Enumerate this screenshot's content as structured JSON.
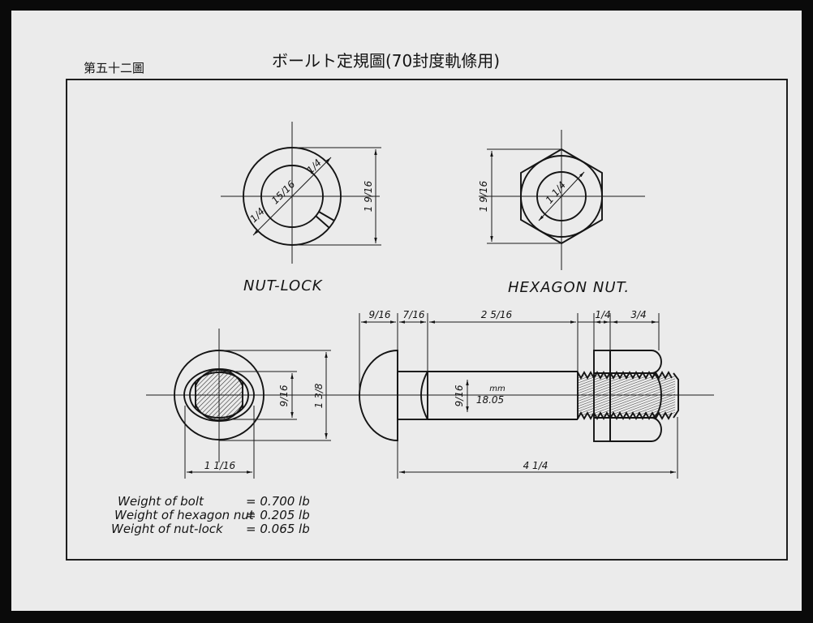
{
  "header": {
    "figure_number": "第五十二圖",
    "title": "ボールト定規圖(70封度軌條用)"
  },
  "nut_lock": {
    "label": "NUT-LOCK",
    "outer_diameter": "1 9/16",
    "inner_diameter": "15/16",
    "ring_width_top": "1/4",
    "ring_width_bottom": "1/4"
  },
  "hexagon_nut": {
    "label": "HEXAGON NUT.",
    "height": "1 9/16",
    "diameter": "1 1/4"
  },
  "bolt": {
    "head_length": "9/16",
    "neck_length": "7/16",
    "shank_length": "2 5/16",
    "nut_lock_thickness": "1/4",
    "nut_thickness": "3/4",
    "overall_length": "4 1/4",
    "shank_diameter": "9/16",
    "shank_diameter_unit": "mm",
    "shank_diameter_metric": "18.05",
    "neck_width": "9/16",
    "head_diameter": "1 3/8",
    "head_width": "1 1/16"
  },
  "weights": [
    {
      "label": "Weight of bolt",
      "value": "= 0.700 lb"
    },
    {
      "label": "Weight of hexagon nut",
      "value": "= 0.205 lb"
    },
    {
      "label": "Weight of nut-lock",
      "value": "= 0.065 lb"
    }
  ]
}
